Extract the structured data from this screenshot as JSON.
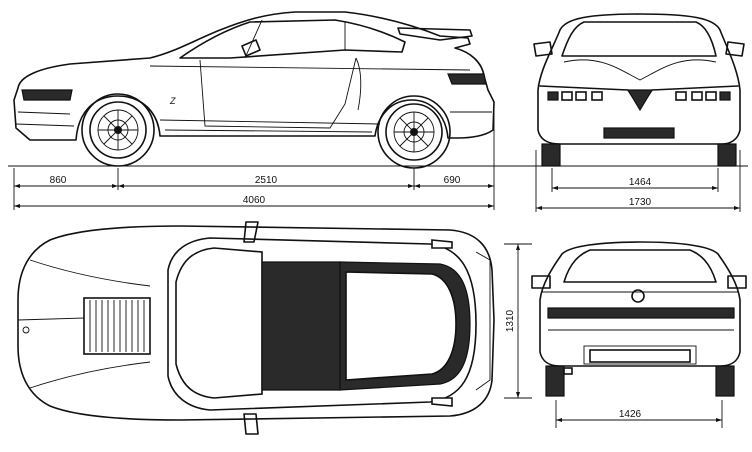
{
  "dimensions": {
    "front_overhang": "860",
    "wheelbase": "2510",
    "rear_overhang": "690",
    "overall_length": "4060",
    "front_track": "1464",
    "overall_width": "1730",
    "height": "1310",
    "rear_track": "1426"
  },
  "colors": {
    "line": "#111111",
    "background": "#ffffff",
    "roof_hatch": "#2a2a2a"
  }
}
